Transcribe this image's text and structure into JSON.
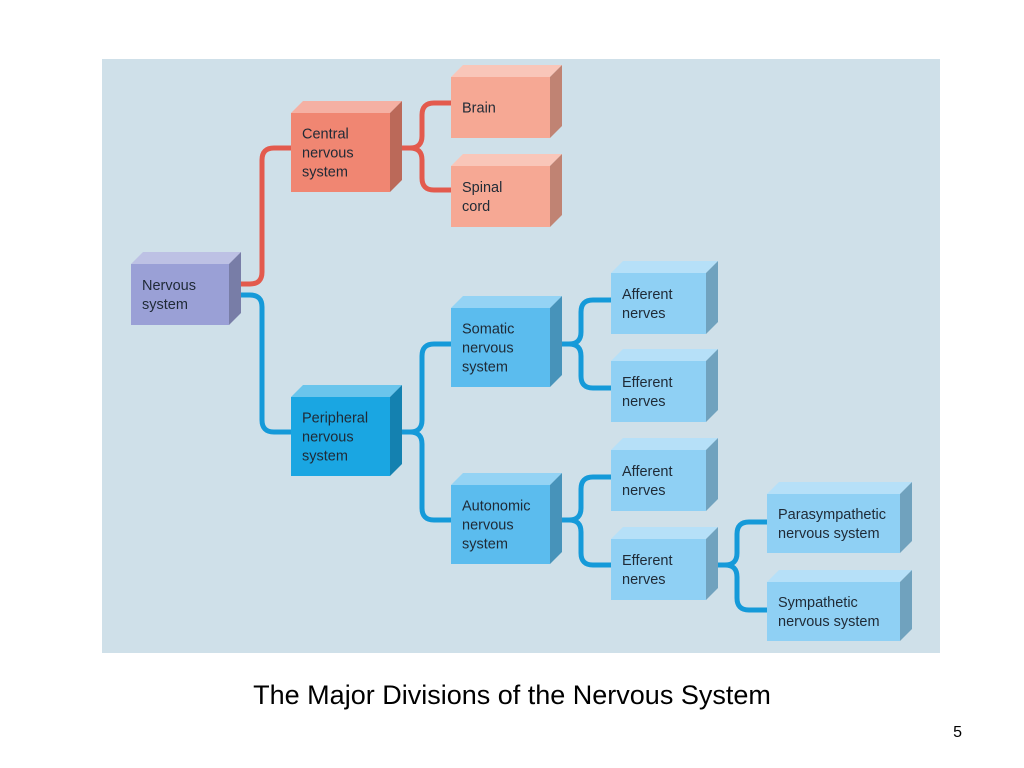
{
  "diagram": {
    "colors": {
      "root_face": "#9aa0d6",
      "central_face": "#f08672",
      "central_child_face": "#f6a894",
      "peripheral_face": "#1aa6e2",
      "somatic_face": "#5bbcee",
      "leaf_face": "#8fd0f4",
      "central_line": "#e35a4d",
      "peripheral_line": "#159ad9"
    },
    "nodes": {
      "nervous_system": {
        "lines": [
          "Nervous",
          "system"
        ]
      },
      "central": {
        "lines": [
          "Central",
          "nervous",
          "system"
        ]
      },
      "brain": {
        "lines": [
          "Brain"
        ]
      },
      "spinal_cord": {
        "lines": [
          "Spinal",
          "cord"
        ]
      },
      "peripheral": {
        "lines": [
          "Peripheral",
          "nervous",
          "system"
        ]
      },
      "somatic": {
        "lines": [
          "Somatic",
          "nervous",
          "system"
        ]
      },
      "somatic_afferent": {
        "lines": [
          "Afferent",
          "nerves"
        ]
      },
      "somatic_efferent": {
        "lines": [
          "Efferent",
          "nerves"
        ]
      },
      "autonomic": {
        "lines": [
          "Autonomic",
          "nervous",
          "system"
        ]
      },
      "autonomic_afferent": {
        "lines": [
          "Afferent",
          "nerves"
        ]
      },
      "autonomic_efferent": {
        "lines": [
          "Efferent",
          "nerves"
        ]
      },
      "parasympathetic": {
        "lines": [
          "Parasympathetic",
          "nervous system"
        ]
      },
      "sympathetic": {
        "lines": [
          "Sympathetic",
          "nervous system"
        ]
      }
    }
  },
  "caption": "The Major Divisions of the Nervous System",
  "page_number": "5"
}
